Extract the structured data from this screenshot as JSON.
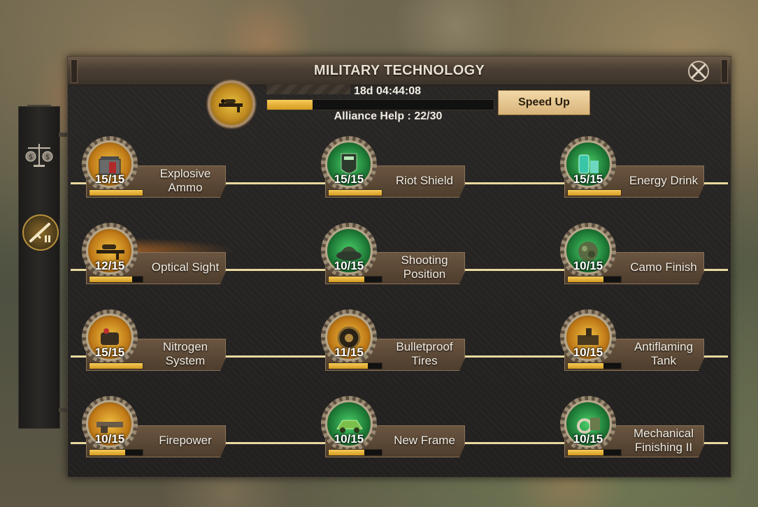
{
  "window": {
    "title": "MILITARY TECHNOLOGY"
  },
  "research": {
    "timer": "18d 04:44:08",
    "progress": 0.2,
    "alliance_help": "Alliance Help : 22/30",
    "speed_up_label": "Speed Up"
  },
  "colors": {
    "accent": "#e3b13a",
    "panel": "#262422",
    "label_bg": "#5a4634",
    "line": "#e8d9a0"
  },
  "techs": [
    {
      "name": "Explosive Ammo",
      "line1": "Explosive",
      "line2": "Ammo",
      "level": "15/15",
      "fill": 1.0,
      "theme": "gold",
      "icon": "ammo-crate-icon"
    },
    {
      "name": "Riot Shield",
      "line1": "Riot Shield",
      "line2": "",
      "level": "15/15",
      "fill": 1.0,
      "theme": "green",
      "icon": "riot-shield-icon"
    },
    {
      "name": "Energy Drink",
      "line1": "Energy Drink",
      "line2": "",
      "level": "15/15",
      "fill": 1.0,
      "theme": "green",
      "icon": "energy-drink-icon"
    },
    {
      "name": "Optical Sight",
      "line1": "Optical Sight",
      "line2": "",
      "level": "12/15",
      "fill": 0.8,
      "theme": "gold",
      "icon": "optical-sight-icon"
    },
    {
      "name": "Shooting Position",
      "line1": "Shooting",
      "line2": "Position",
      "level": "10/15",
      "fill": 0.6667,
      "theme": "green",
      "icon": "shooting-position-icon"
    },
    {
      "name": "Camo Finish",
      "line1": "Camo Finish",
      "line2": "",
      "level": "10/15",
      "fill": 0.6667,
      "theme": "green",
      "icon": "camo-finish-icon"
    },
    {
      "name": "Nitrogen System",
      "line1": "Nitrogen",
      "line2": "System",
      "level": "15/15",
      "fill": 1.0,
      "theme": "gold",
      "icon": "nitrogen-system-icon"
    },
    {
      "name": "Bulletproof Tires",
      "line1": "Bulletproof",
      "line2": "Tires",
      "level": "11/15",
      "fill": 0.7333,
      "theme": "gold",
      "icon": "bulletproof-tire-icon"
    },
    {
      "name": "Antiflaming Tank",
      "line1": "Antiflaming",
      "line2": "Tank",
      "level": "10/15",
      "fill": 0.6667,
      "theme": "gold",
      "icon": "antiflaming-tank-icon"
    },
    {
      "name": "Firepower",
      "line1": "Firepower",
      "line2": "",
      "level": "10/15",
      "fill": 0.6667,
      "theme": "gold",
      "icon": "firepower-gun-icon"
    },
    {
      "name": "New Frame",
      "line1": "New Frame",
      "line2": "",
      "level": "10/15",
      "fill": 0.6667,
      "theme": "green",
      "icon": "vehicle-frame-icon"
    },
    {
      "name": "Mechanical Finishing II",
      "line1": "Mechanical",
      "line2": "Finishing II",
      "level": "10/15",
      "fill": 0.6667,
      "theme": "green",
      "icon": "mechanical-parts-icon"
    }
  ]
}
